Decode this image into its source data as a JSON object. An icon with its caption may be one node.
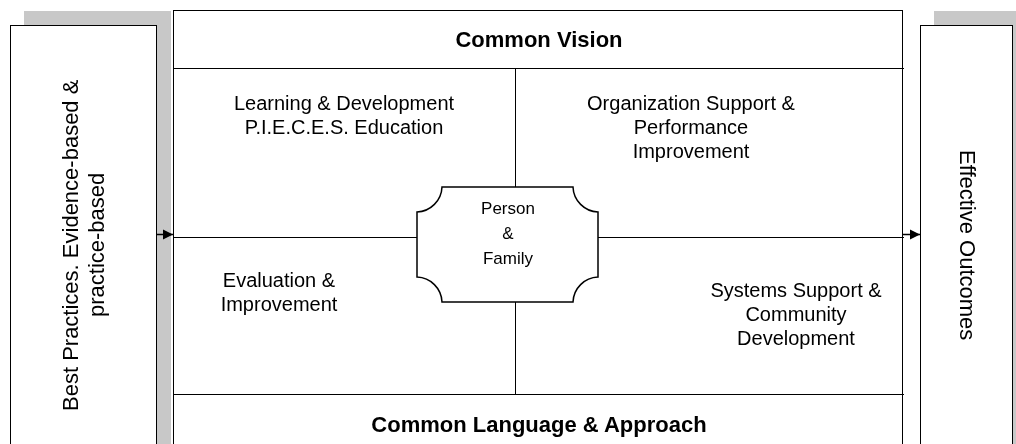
{
  "diagram": {
    "nodes": [
      {
        "text": [
          "Best Practices. Evidence-based & practice-based"
        ]
      },
      {
        "text": [],
        "shape": "box"
      },
      {
        "text": [
          "Common Vision"
        ],
        "in": 1
      },
      {
        "text": [
          "Learning & Development P.I.E.C.E.S. Education"
        ],
        "in": 1
      },
      {
        "text": [
          "Organization Support & Performance Improvement"
        ],
        "in": 1
      },
      {
        "text": [
          "Evaluation & Improvement"
        ],
        "in": 1
      },
      {
        "text": [
          "Systems Support & Community Development"
        ],
        "in": 1
      },
      {
        "text": [
          "Person & Family"
        ],
        "in": 1
      },
      {
        "text": [
          "Common Language & Approach"
        ],
        "in": 1
      },
      {
        "text": [
          "Effective Outcomes"
        ]
      }
    ],
    "edges": [
      {
        "from": 0,
        "to": 1,
        "arrow": "to"
      },
      {
        "from": 1,
        "to": 9,
        "arrow": "to"
      }
    ]
  }
}
